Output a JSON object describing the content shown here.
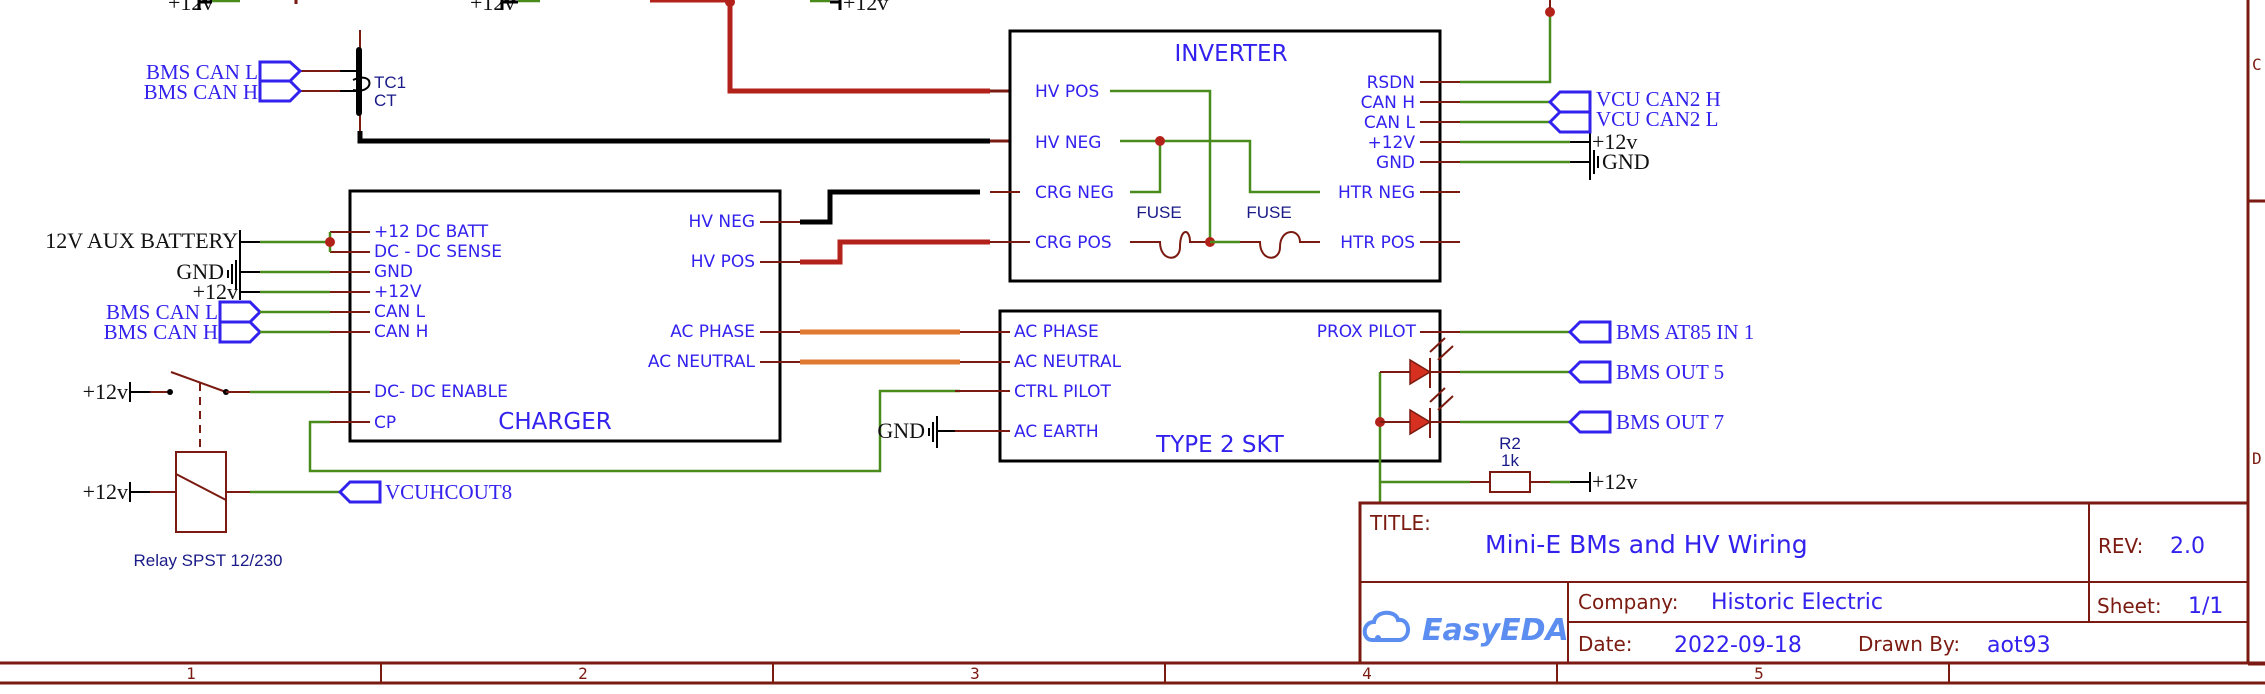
{
  "sheet": {
    "title_key": "TITLE:",
    "title": "Mini-E BMs and HV Wiring",
    "rev_key": "REV:",
    "rev": "2.0",
    "company_key": "Company:",
    "company": "Historic Electric",
    "sheet_key": "Sheet:",
    "sheet": "1/1",
    "date_key": "Date:",
    "date": "2022-09-18",
    "drawn_by_key": "Drawn By:",
    "drawn_by": "aot93",
    "logo": "EasyEDA",
    "columns": [
      "1",
      "2",
      "3",
      "4",
      "5"
    ],
    "rows": [
      "C",
      "D"
    ]
  },
  "colors": {
    "label_blue": "#3322ee",
    "pin_brown": "#7a1a10",
    "wire_green": "#4a8c1c",
    "hv_pos_red": "#b3221a",
    "hv_neg_black": "#000000",
    "ac_orange": "#e07a30"
  },
  "inverter": {
    "title": "INVERTER",
    "left_pins": [
      "HV POS",
      "HV NEG",
      "CRG NEG",
      "CRG POS"
    ],
    "right_pins": [
      "RSDN",
      "CAN H",
      "CAN L",
      "+12V",
      "GND",
      "HTR NEG",
      "HTR POS"
    ],
    "fuse_labels": [
      "FUSE",
      "FUSE"
    ]
  },
  "charger": {
    "title": "CHARGER",
    "left_pins": [
      "+12 DC BATT",
      "DC - DC SENSE",
      "GND",
      "+12V",
      "CAN L",
      "CAN H",
      "DC- DC ENABLE",
      "CP"
    ],
    "right_pins": [
      "HV NEG",
      "HV POS",
      "AC PHASE",
      "AC NEUTRAL"
    ]
  },
  "type2": {
    "title": "TYPE 2 SKT",
    "left_pins": [
      "AC PHASE",
      "AC NEUTRAL",
      "CTRL PILOT",
      "AC EARTH"
    ],
    "right_pins": [
      "PROX PILOT"
    ]
  },
  "net_labels": {
    "bms_can_l": "BMS CAN L",
    "bms_can_h": "BMS CAN H",
    "vcu_can2_h": "VCU CAN2 H",
    "vcu_can2_l": "VCU CAN2 L",
    "vcuhcout8": "VCUHCOUT8",
    "bms_at85_in1": "BMS AT85 IN 1",
    "bms_out5": "BMS OUT 5",
    "bms_out7": "BMS OUT 7"
  },
  "power_labels": {
    "p12v": "+12v",
    "gnd": "GND",
    "aux_battery": "12V AUX BATTERY"
  },
  "components": {
    "tc1_ref": "TC1",
    "tc1_val": "CT",
    "relay": "Relay SPST 12/230",
    "r2_ref": "R2",
    "r2_val": "1k"
  }
}
